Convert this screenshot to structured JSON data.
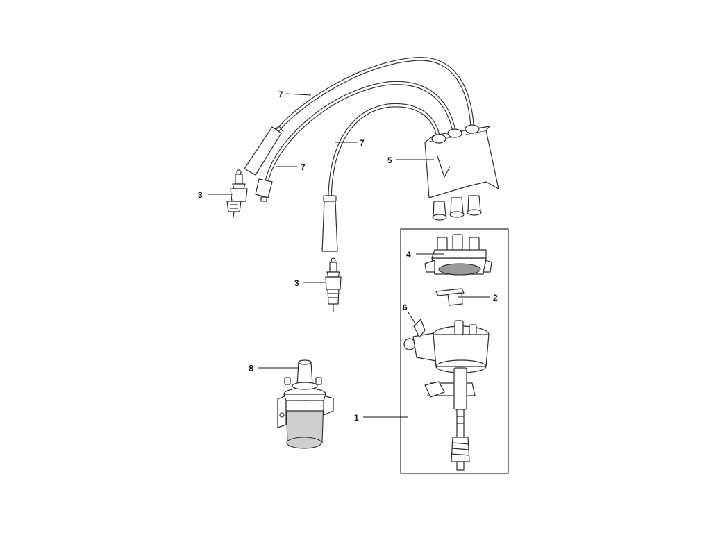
{
  "callouts": {
    "part_1": "1",
    "part_2": "2",
    "part_3_left": "3",
    "part_3_center": "3",
    "part_4": "4",
    "part_5": "5",
    "part_6": "6",
    "part_7_top": "7",
    "part_7_middle": "7",
    "part_7_lower": "7",
    "part_8": "8"
  },
  "colors": {
    "line": "#2b2b2b",
    "shading": "#cfcfcf",
    "background": "#ffffff"
  }
}
